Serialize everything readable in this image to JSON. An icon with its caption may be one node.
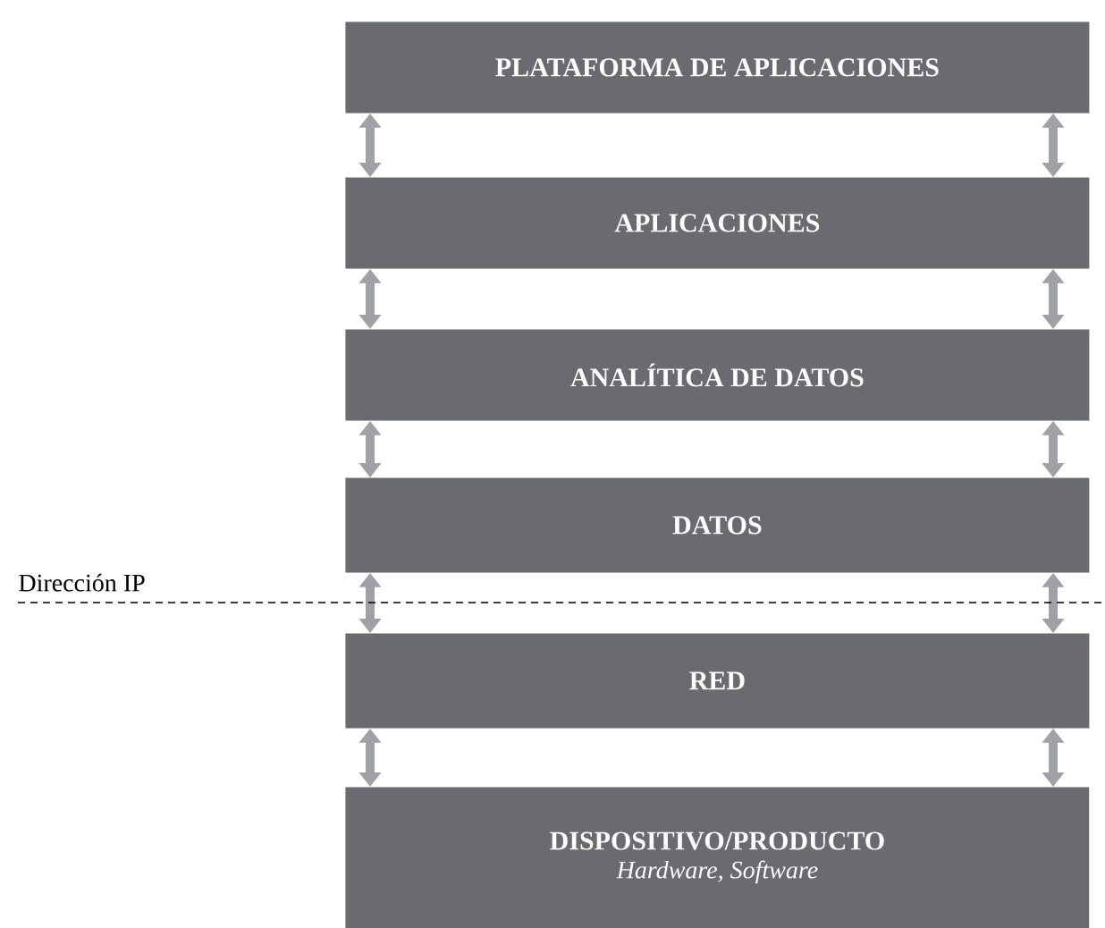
{
  "diagram": {
    "nodes": [
      {
        "text": [
          "PLATAFORMA DE APLICACIONES"
        ]
      },
      {
        "text": [
          "APLICACIONES"
        ]
      },
      {
        "text": [
          "ANALÍTICA DE DATOS"
        ]
      },
      {
        "text": [
          "DATOS"
        ]
      },
      {
        "text": [
          "RED"
        ]
      },
      {
        "text": [
          "DISPOSITIVO/PRODUCTO",
          "Hardware, Software"
        ]
      }
    ],
    "edges": [
      {
        "from": 0,
        "to": 1,
        "arrow": "both"
      },
      {
        "from": 0,
        "to": 1,
        "arrow": "both"
      },
      {
        "from": 1,
        "to": 2,
        "arrow": "both"
      },
      {
        "from": 1,
        "to": 2,
        "arrow": "both"
      },
      {
        "from": 2,
        "to": 3,
        "arrow": "both"
      },
      {
        "from": 2,
        "to": 3,
        "arrow": "both"
      },
      {
        "from": 3,
        "to": 4,
        "arrow": "both"
      },
      {
        "from": 3,
        "to": 4,
        "arrow": "both"
      },
      {
        "from": 4,
        "to": 5,
        "arrow": "both"
      },
      {
        "from": 4,
        "to": 5,
        "arrow": "both"
      }
    ],
    "labels": [
      "Dirección IP"
    ]
  }
}
